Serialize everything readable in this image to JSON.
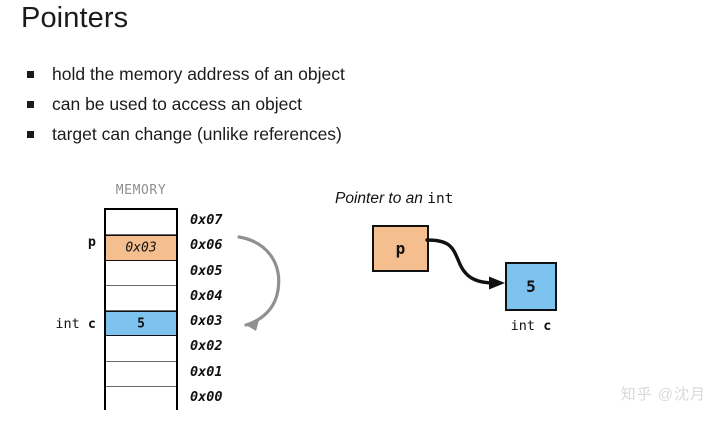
{
  "slide": {
    "title": "Pointers",
    "bullets": [
      "hold the memory address of an object",
      "can be used to access an object",
      "target can change (unlike references)"
    ]
  },
  "memory_diagram": {
    "caption": "MEMORY",
    "cells": [
      {
        "address": "0x07",
        "value": "",
        "fill": "none",
        "label": ""
      },
      {
        "address": "0x06",
        "value": "0x03",
        "fill": "orange",
        "label": "p"
      },
      {
        "address": "0x05",
        "value": "",
        "fill": "none",
        "label": ""
      },
      {
        "address": "0x04",
        "value": "",
        "fill": "none",
        "label": ""
      },
      {
        "address": "0x03",
        "value": "5",
        "fill": "blue",
        "label": "int c"
      },
      {
        "address": "0x02",
        "value": "",
        "fill": "none",
        "label": ""
      },
      {
        "address": "0x01",
        "value": "",
        "fill": "none",
        "label": ""
      },
      {
        "address": "0x00",
        "value": "",
        "fill": "none",
        "label": ""
      }
    ],
    "label_p": "p",
    "label_c_type": "int",
    "label_c_name": "c",
    "arrow_from_address": "0x06",
    "arrow_to_address": "0x03"
  },
  "pointer_diagram": {
    "title_italic": "Pointer to an",
    "title_mono": "int",
    "pointer_box_label": "p",
    "target_box_value": "5",
    "target_label_type": "int",
    "target_label_name": "c"
  },
  "watermark": {
    "text": "知乎 @沈月"
  },
  "colors": {
    "orange_fill": "#F5BE8E",
    "blue_fill": "#7EC3F0",
    "outline": "#111111",
    "grid_line": "#6A6A6A",
    "caption_gray": "#8F8F8F",
    "gray_arrow": "#909090",
    "text": "#1B1B1B",
    "watermark": "#D9D9D9",
    "background": "#FFFFFF"
  }
}
